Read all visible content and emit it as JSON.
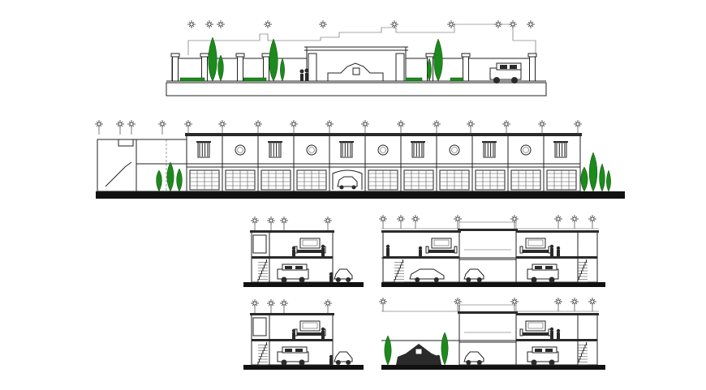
{
  "drawing": {
    "views": [
      {
        "id": "front-elevation"
      },
      {
        "id": "longitudinal-elevation"
      },
      {
        "id": "section-a-left"
      },
      {
        "id": "section-a-right"
      },
      {
        "id": "section-b-left"
      },
      {
        "id": "section-b-right"
      }
    ],
    "colors": {
      "lines": "#222222",
      "ground": "#111111",
      "trees": "#1c8a1c",
      "background": "#ffffff"
    },
    "icons": [
      "lamp-post-icon",
      "cypress-tree-icon",
      "car-icon",
      "jeep-icon",
      "person-icon",
      "column-icon"
    ]
  }
}
